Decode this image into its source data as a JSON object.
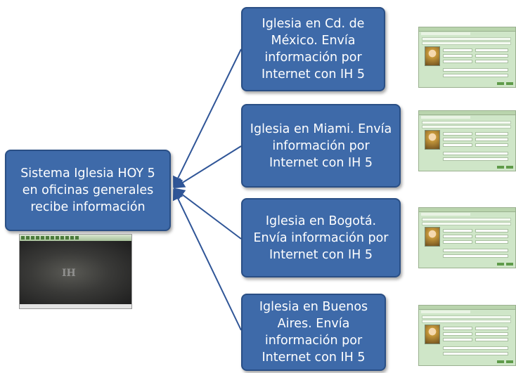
{
  "central_node": {
    "lines": [
      "Sistema Iglesia HOY 5",
      "en oficinas generales",
      "recibe información"
    ]
  },
  "branch_nodes": [
    {
      "id": "mexico",
      "lines": [
        "Iglesia en Cd. de",
        "México. Envía",
        "información por",
        "Internet con IH 5"
      ]
    },
    {
      "id": "miami",
      "lines": [
        "Iglesia en Miami. Envía",
        "información por",
        "Internet con IH 5"
      ]
    },
    {
      "id": "bogota",
      "lines": [
        "Iglesia en Bogotá.",
        "Envía información por",
        "Internet con IH 5"
      ]
    },
    {
      "id": "buenos-aires",
      "lines": [
        "Iglesia en Buenos",
        "Aires. Envía",
        "información por",
        "Internet con IH 5"
      ]
    }
  ],
  "colors": {
    "node_fill": "#3e6aa9",
    "node_border": "#2a4f85",
    "connector": "#2f5597",
    "form_background": "#cfe6c8"
  },
  "icons": {
    "desktop_thumbnail": "app-desktop-screenshot",
    "form_thumbnail": "member-form-screenshot"
  }
}
